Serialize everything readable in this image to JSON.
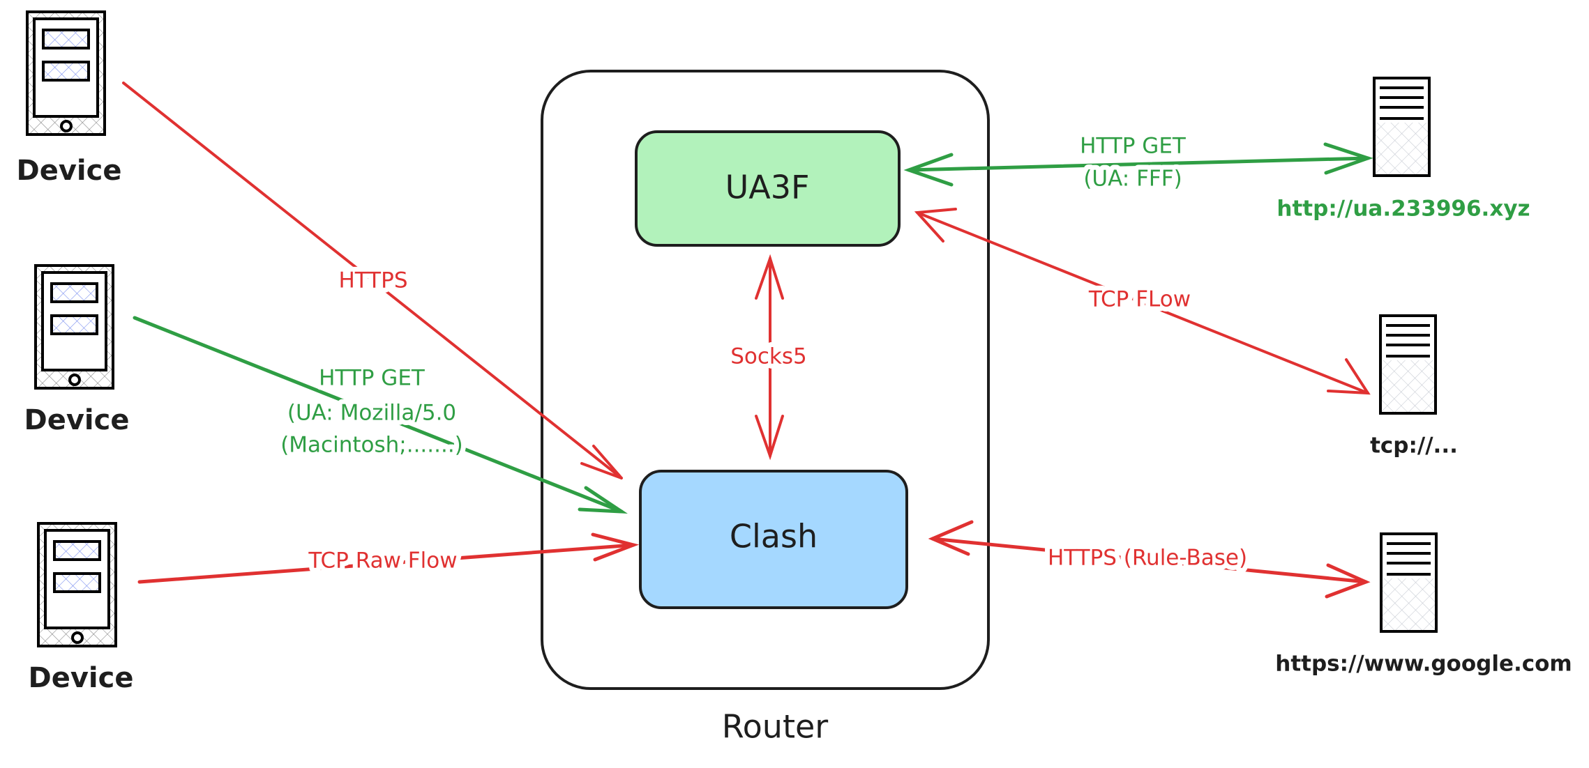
{
  "colors": {
    "red": "#e03131",
    "green": "#2f9e44",
    "ua3f_fill": "#b2f2bb",
    "clash_fill": "#a5d8ff",
    "stroke": "#1e1e1e"
  },
  "router": {
    "label": "Router"
  },
  "ua3f": {
    "label": "UA3F"
  },
  "clash": {
    "label": "Clash"
  },
  "devices": [
    {
      "label": "Device"
    },
    {
      "label": "Device"
    },
    {
      "label": "Device"
    }
  ],
  "servers": [
    {
      "label": "http://ua.233996.xyz"
    },
    {
      "label": "tcp://..."
    },
    {
      "label": "https://www.google.com"
    }
  ],
  "edges": {
    "https": "HTTPS",
    "http_get_device": [
      "HTTP GET",
      "(UA: Mozilla/5.0",
      "(Macintosh;.......)"
    ],
    "tcp_raw": "TCP Raw Flow",
    "socks5": "Socks5",
    "http_get_server": [
      "HTTP GET",
      "(UA: FFF)"
    ],
    "tcp_flow": "TCP FLow",
    "https_rule": "HTTPS (Rule-Base)"
  }
}
